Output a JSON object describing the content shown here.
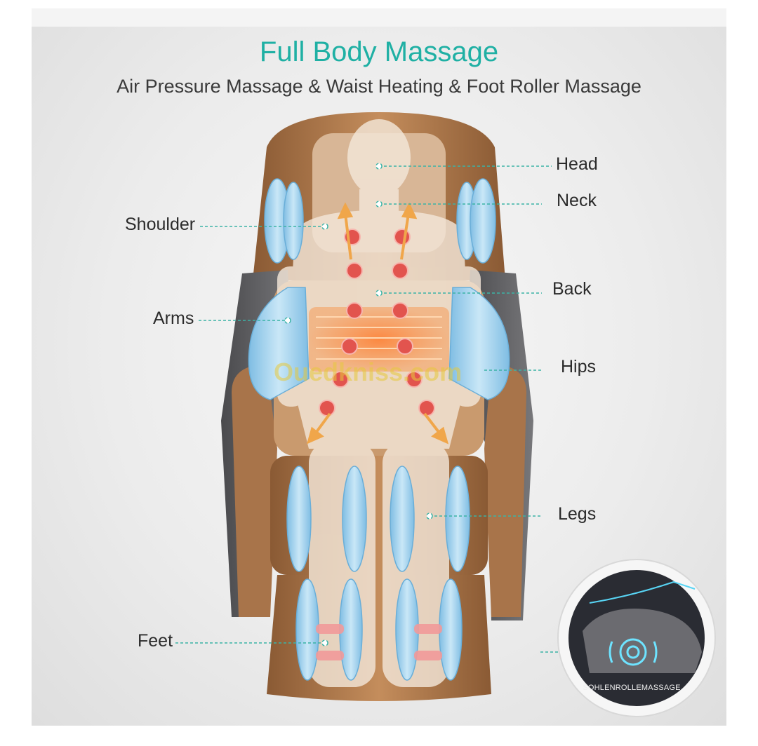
{
  "header": {
    "title": "Full Body Massage",
    "subtitle": "Air Pressure Massage & Waist Heating & Foot Roller Massage"
  },
  "body_zones": {
    "head": "Head",
    "neck": "Neck",
    "shoulder": "Shoulder",
    "back": "Back",
    "arms": "Arms",
    "hips": "Hips",
    "legs": "Legs",
    "feet": "Feet"
  },
  "foot_roller_inset": {
    "caption": "SOHLENROLLEMASSAGE"
  },
  "watermark": "Ouedkniss.com",
  "colors": {
    "title": "#1fb0a4",
    "chair_brown": "#b07a4c",
    "chair_gray": "#5d5d60",
    "airbag_blue": "#9fd0ec",
    "massage_dot": "#e2544e",
    "heat_pad": "#f08a3a",
    "leader_line": "#3bb3a6"
  }
}
